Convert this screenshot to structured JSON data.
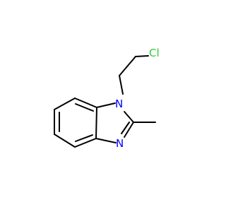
{
  "molecule": {
    "atoms": {
      "chlorine": {
        "label": "Cl",
        "color": "#33cc33"
      },
      "n1": {
        "label": "N",
        "color": "#0000ff"
      },
      "n3": {
        "label": "N",
        "color": "#0000ff"
      }
    }
  }
}
